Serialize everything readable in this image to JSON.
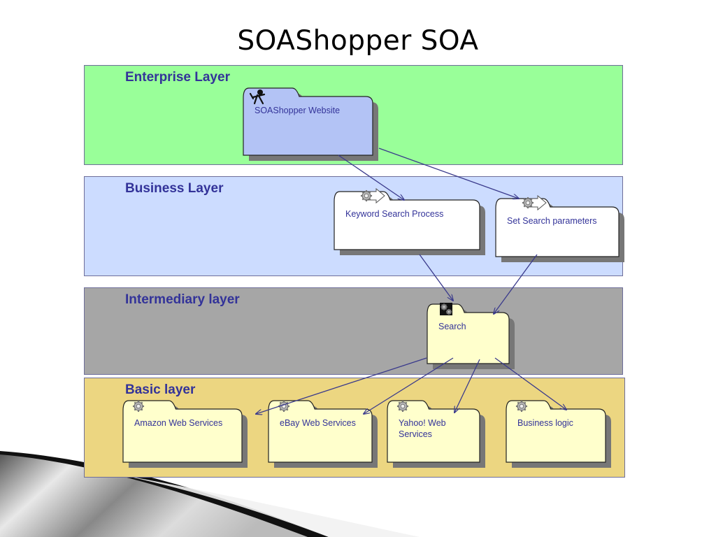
{
  "title": "SOAShopper  SOA",
  "layers": {
    "enterprise": "Enterprise Layer",
    "business": "Business Layer",
    "intermediary": "Intermediary layer",
    "basic": "Basic layer"
  },
  "nodes": {
    "website": [
      "SOAShopper Website"
    ],
    "keyword": [
      "Keyword Search Process"
    ],
    "setparams": [
      "Set Search parameters"
    ],
    "search": [
      "Search"
    ],
    "amazon": [
      "Amazon Web Services"
    ],
    "ebay": [
      "eBay Web Services"
    ],
    "yahoo": [
      "Yahoo! Web",
      "Services"
    ],
    "bizlogic": [
      "Business logic"
    ]
  },
  "colors": {
    "enterprise_bg": "#99ff99",
    "business_bg": "#ccdcff",
    "intermediary_bg": "#a6a6a6",
    "basic_bg": "#ecd681",
    "label": "#333399",
    "website_fill": "#b3c3f5",
    "service_fill": "#ffffcc",
    "process_fill": "#ffffff",
    "arrow": "#3a3a8c"
  },
  "icons": {
    "website": "actor-icon",
    "keyword": "gear-arrow-icon",
    "setparams": "gear-arrow-icon",
    "search": "gears-icon",
    "amazon": "gear-icon",
    "ebay": "gear-icon",
    "yahoo": "gear-icon",
    "bizlogic": "gear-icon"
  }
}
